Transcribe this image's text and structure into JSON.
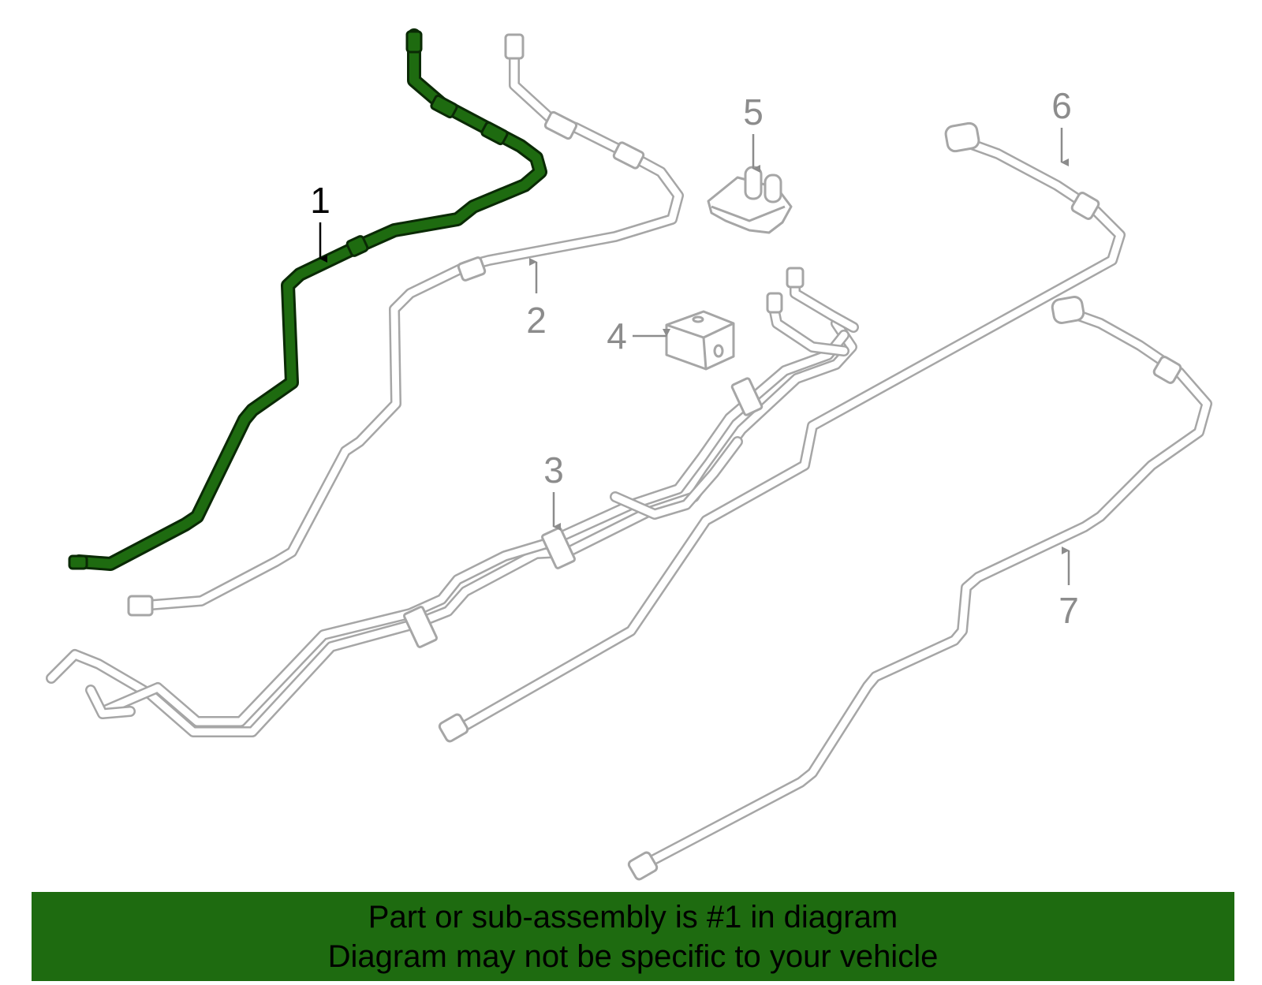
{
  "colors": {
    "highlight": "#1e6b10",
    "highlight_outline": "#0a2a05",
    "line": "#a6a6a6",
    "callout_active": "#000000",
    "callout_inactive": "#8c8c8c",
    "banner_background": "#1e6b10",
    "banner_text": "#000000"
  },
  "highlighted_part": "1",
  "callouts": [
    {
      "id": "1",
      "label": "1"
    },
    {
      "id": "2",
      "label": "2"
    },
    {
      "id": "3",
      "label": "3"
    },
    {
      "id": "4",
      "label": "4"
    },
    {
      "id": "5",
      "label": "5"
    },
    {
      "id": "6",
      "label": "6"
    },
    {
      "id": "7",
      "label": "7"
    }
  ],
  "banner": {
    "line1": "Part or sub-assembly is #1 in diagram",
    "line2": "Diagram may not be specific to your vehicle"
  }
}
